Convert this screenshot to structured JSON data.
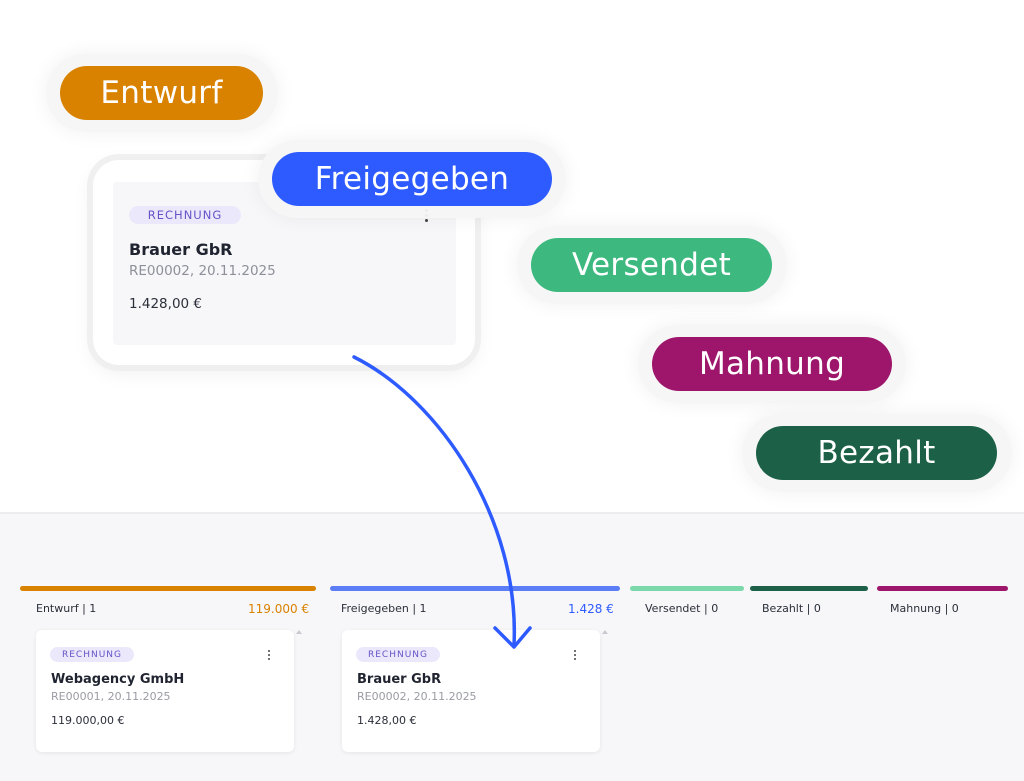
{
  "status_pills": {
    "entwurf": "Entwurf",
    "freigegeben": "Freigegeben",
    "versendet": "Versendet",
    "mahnung": "Mahnung",
    "bezahlt": "Bezahlt"
  },
  "colors": {
    "entwurf": "#d98200",
    "freigegeben": "#2e5bff",
    "versendet": "#3db980",
    "mahnung": "#9d166b",
    "bezahlt": "#1c6147",
    "arrow": "#2e5bff"
  },
  "hero_card": {
    "badge": "RECHNUNG",
    "client": "Brauer GbR",
    "meta": "RE00002, 20.11.2025",
    "amount": "1.428,00 €"
  },
  "board": {
    "columns": [
      {
        "label": "Entwurf | 1",
        "total": "119.000 €"
      },
      {
        "label": "Freigegeben | 1",
        "total": "1.428 €"
      },
      {
        "label": "Versendet | 0"
      },
      {
        "label": "Bezahlt | 0"
      },
      {
        "label": "Mahnung | 0"
      }
    ],
    "cards": [
      {
        "badge": "RECHNUNG",
        "client": "Webagency GmbH",
        "meta": "RE00001, 20.11.2025",
        "amount": "119.000,00 €"
      },
      {
        "badge": "RECHNUNG",
        "client": "Brauer GbR",
        "meta": "RE00002, 20.11.2025",
        "amount": "1.428,00 €"
      }
    ]
  }
}
